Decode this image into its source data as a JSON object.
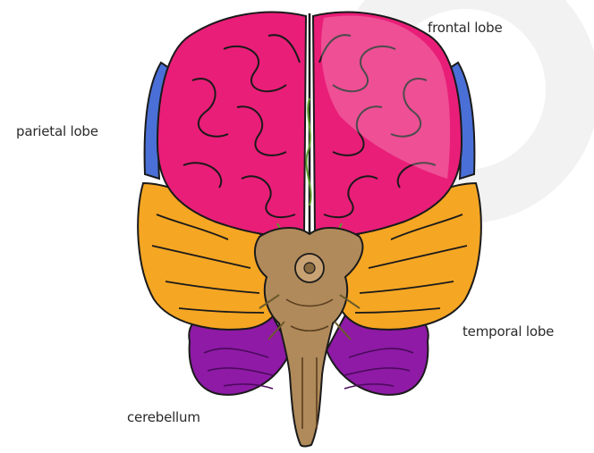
{
  "labels": {
    "frontal": "frontal lobe",
    "parietal": "parietal lobe",
    "temporal": "temporal lobe",
    "cerebellum": "cerebellum"
  },
  "colors": {
    "frontal": "#e91e78",
    "parietal": "#4a6fd6",
    "temporal": "#f5a623",
    "cerebellum": "#8e1aa6",
    "brainstem": "#b08a5a",
    "outline": "#1a1a1a",
    "watermark": "#e6e6e6"
  }
}
